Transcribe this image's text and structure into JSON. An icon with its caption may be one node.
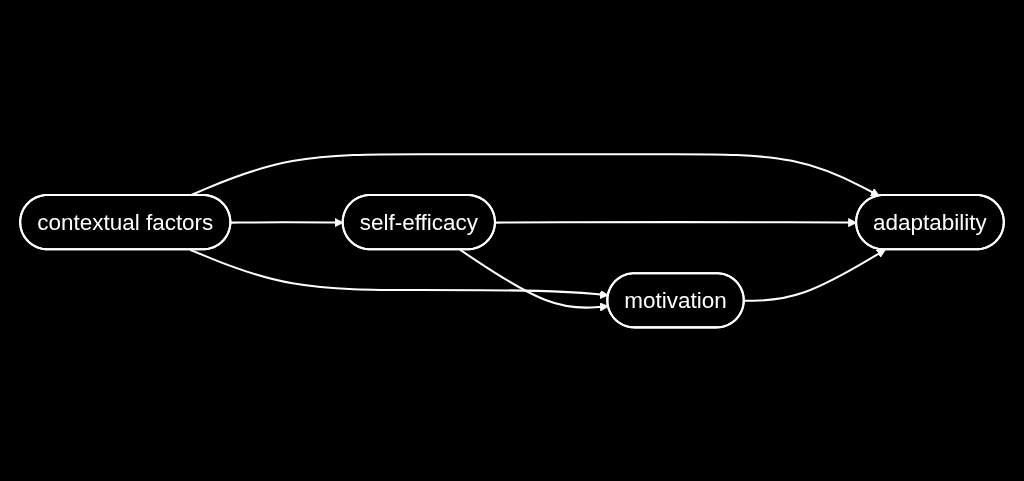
{
  "diagram": {
    "nodes": [
      {
        "text": [
          "contextual factors"
        ]
      },
      {
        "text": [
          "self-efficacy"
        ]
      },
      {
        "text": [
          "motivation"
        ]
      },
      {
        "text": [
          "adaptability"
        ]
      }
    ],
    "edges": [
      {
        "from": 0,
        "to": 1,
        "arrow": "to"
      },
      {
        "from": 0,
        "to": 3,
        "arrow": "to"
      },
      {
        "from": 0,
        "to": 2,
        "arrow": "to"
      },
      {
        "from": 1,
        "to": 2,
        "arrow": "to"
      },
      {
        "from": 1,
        "to": 3,
        "arrow": "to"
      },
      {
        "from": 2,
        "to": 3,
        "arrow": "to"
      }
    ]
  }
}
